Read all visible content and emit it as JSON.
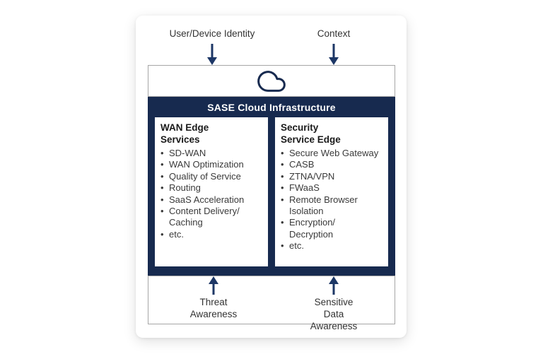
{
  "colors": {
    "navy_block": "#172a4f",
    "arrow_navy": "#1d3766",
    "border_gray": "#a6a6a6",
    "banner_text": "#ffffff",
    "body_text": "#3a3a3a",
    "heading_text": "#1a1a1a",
    "card_bg": "#ffffff"
  },
  "top_labels": [
    {
      "label": "User/Device Identity"
    },
    {
      "label": "Context"
    }
  ],
  "cloud_box": {
    "icon": "cloud-icon"
  },
  "banner": {
    "title": "SASE Cloud Infrastructure"
  },
  "panels": [
    {
      "title": "WAN Edge\nServices",
      "items": [
        "SD-WAN",
        "WAN Optimization",
        "Quality of Service",
        "Routing",
        "SaaS Acceleration",
        "Content Delivery/\nCaching",
        "etc."
      ]
    },
    {
      "title": "Security\nService Edge",
      "items": [
        "Secure Web Gateway",
        "CASB",
        "ZTNA/VPN",
        "FWaaS",
        "Remote Browser\nIsolation",
        "Encryption/\nDecryption",
        "etc."
      ]
    }
  ],
  "bottom_labels": [
    {
      "label": "Threat\nAwareness"
    },
    {
      "label": "Sensitive Data\nAwareness"
    }
  ]
}
